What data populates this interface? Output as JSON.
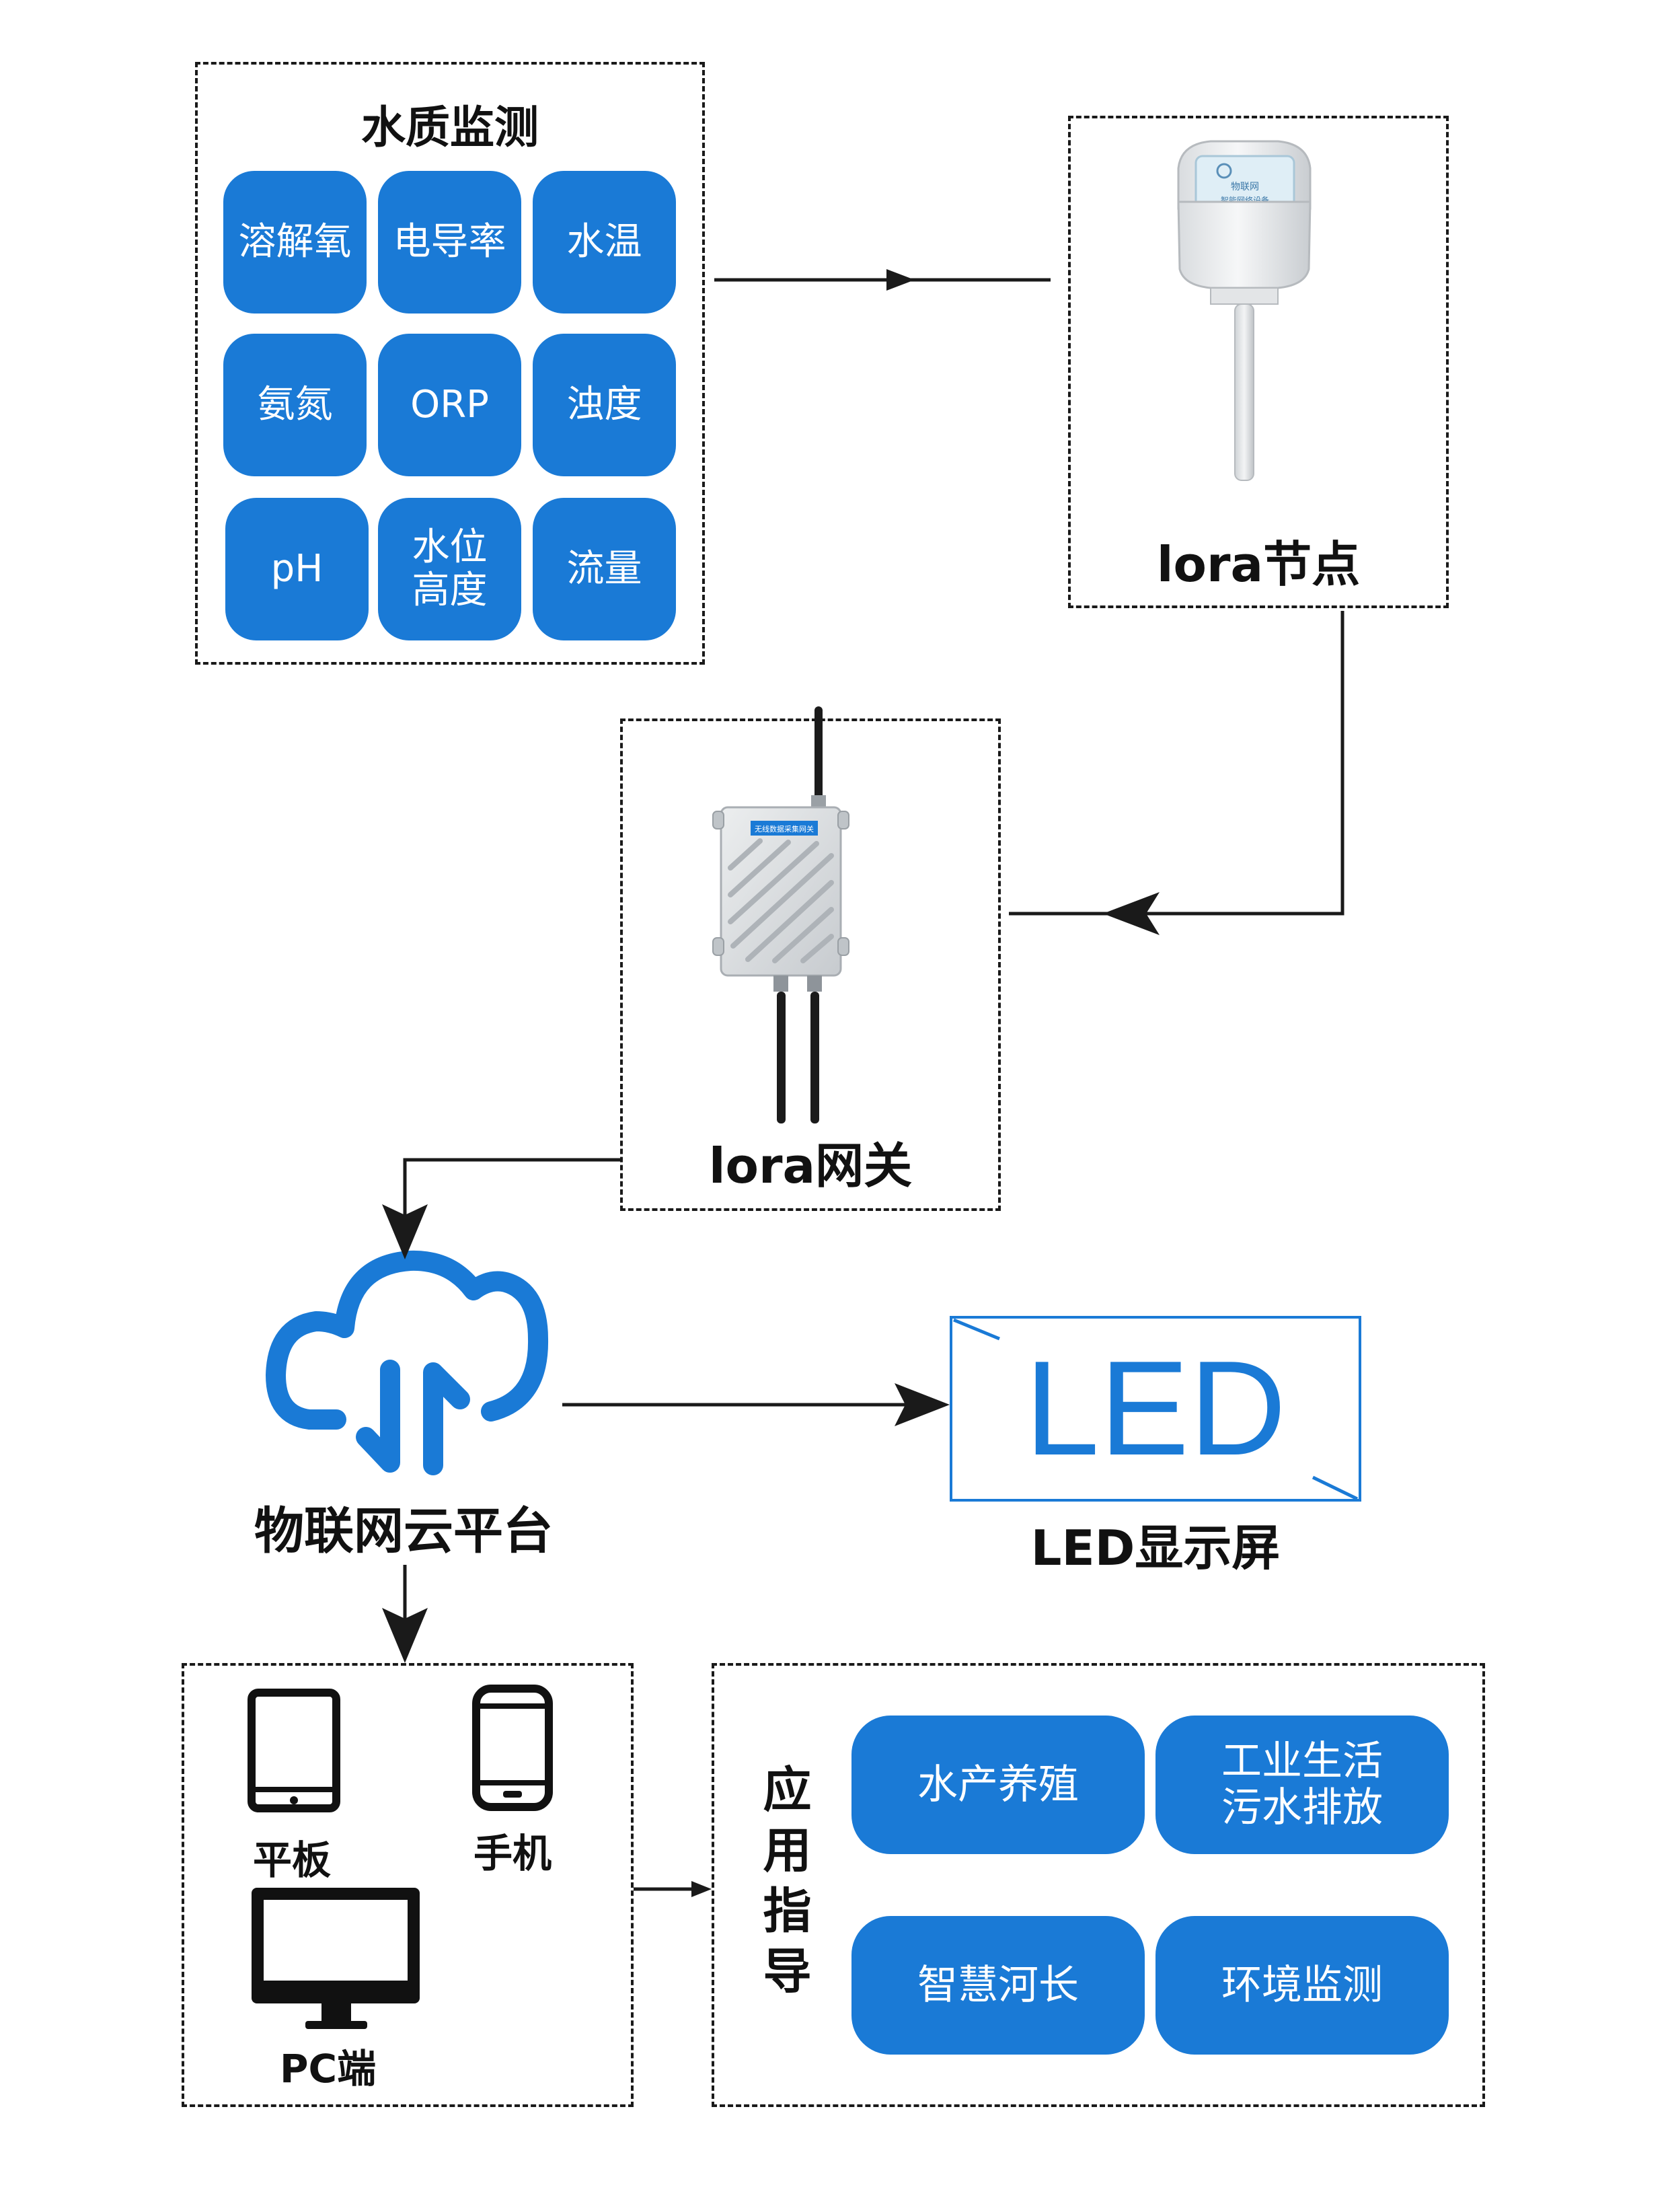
{
  "water_quality": {
    "title": "水质监测",
    "sensors": [
      {
        "label": "溶解氧"
      },
      {
        "label": "电导率"
      },
      {
        "label": "水温"
      },
      {
        "label": "氨氮"
      },
      {
        "label": "ORP"
      },
      {
        "label": "浊度"
      },
      {
        "label": "pH"
      },
      {
        "label": "水位\n高度"
      },
      {
        "label": "流量"
      }
    ]
  },
  "lora_node": {
    "label": "lora节点",
    "device_screen_line1": "物联网",
    "device_screen_line2": "智能网络设备"
  },
  "lora_gateway": {
    "label": "lora网关",
    "device_tag": "无线数据采集网关"
  },
  "cloud": {
    "label": "物联网云平台"
  },
  "led": {
    "panel_text": "LED",
    "label": "LED显示屏"
  },
  "terminals": {
    "tablet": "平板",
    "phone": "手机",
    "pc": "PC端"
  },
  "applications": {
    "heading": "应用指导",
    "items": [
      {
        "label": "水产养殖"
      },
      {
        "label": "工业生活\n污水排放"
      },
      {
        "label": "智慧河长"
      },
      {
        "label": "环境监测"
      }
    ]
  },
  "colors": {
    "accent": "#1a7ad6",
    "stroke": "#1a1a1a"
  }
}
